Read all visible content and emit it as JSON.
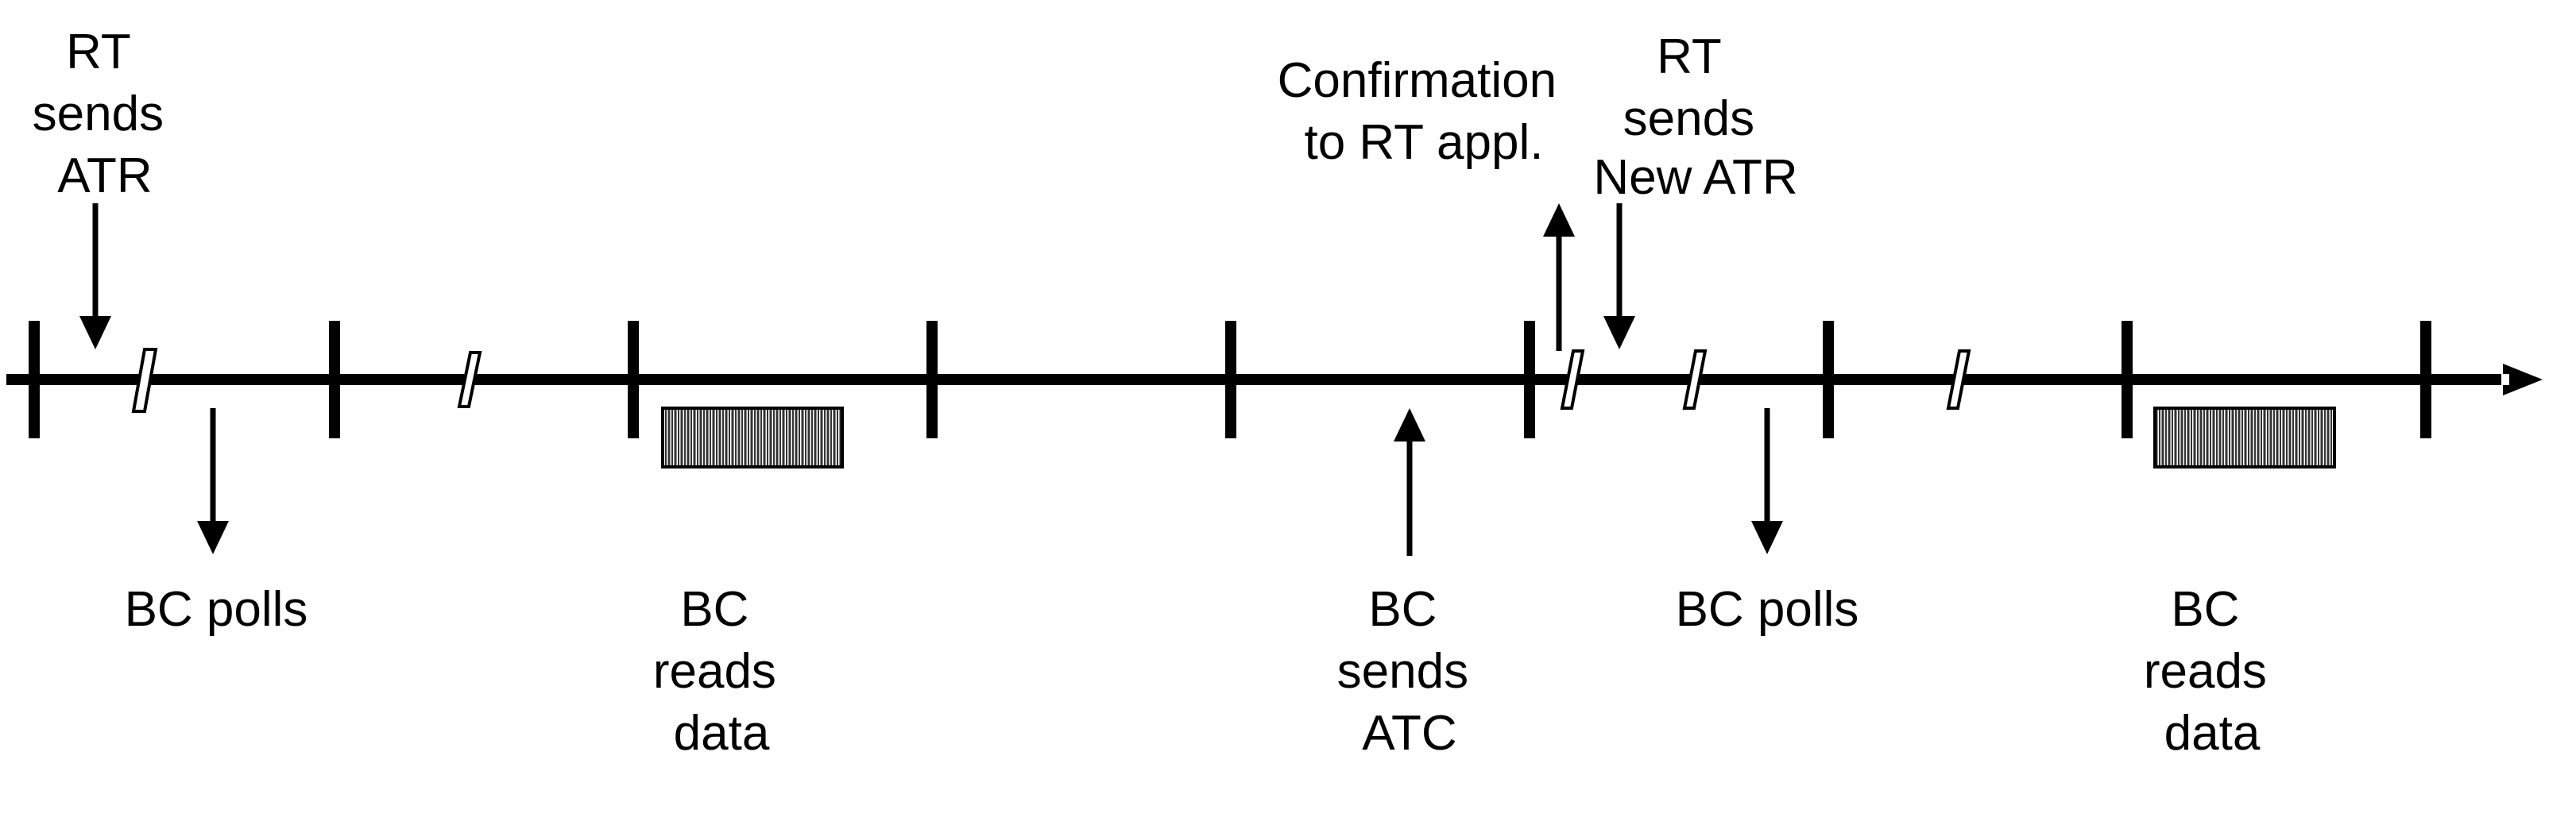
{
  "labels": {
    "rt_sends_atr": [
      "RT",
      "sends",
      "ATR"
    ],
    "bc_polls_1": [
      "BC polls"
    ],
    "bc_reads_data_1": [
      "BC",
      "reads",
      "data"
    ],
    "confirmation": [
      "Confirmation",
      "to RT appl."
    ],
    "rt_sends_new_atr": [
      "RT",
      "sends",
      "New ATR"
    ],
    "bc_sends_atc": [
      "BC",
      "sends",
      "ATC"
    ],
    "bc_polls_2": [
      "BC polls"
    ],
    "bc_reads_data_2": [
      "BC",
      "reads",
      "data"
    ]
  }
}
